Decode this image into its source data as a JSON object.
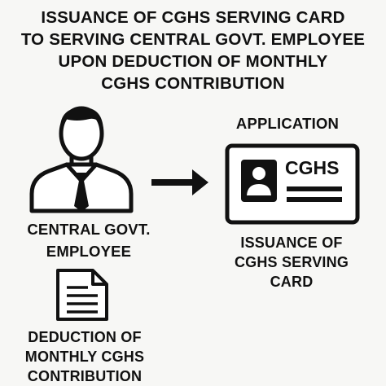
{
  "title_lines": [
    "ISSUANCE OF CGHS SERVING CARD",
    "TO SERVING CENTRAL GOVT. EMPLOYEE",
    "UPON DEDUCTION OF MONTHLY",
    "CGHS CONTRIBUTION"
  ],
  "employee": {
    "icon": "person-tie-icon",
    "label_lines": [
      "CENTRAL GOVT.",
      "EMPLOYEE"
    ]
  },
  "deduction": {
    "icon": "document-icon",
    "label_lines": [
      "DEDUCTION OF",
      "MONTHLY CGHS",
      "CONTRIBUTION"
    ]
  },
  "arrow": {
    "icon": "right-arrow-icon"
  },
  "application": {
    "label": "APPLICATION",
    "card_icon": "id-card-icon",
    "card_text": "CGHS"
  },
  "issuance": {
    "label_lines": [
      "ISSUANCE OF",
      "CGHS SERVING",
      "CARD"
    ]
  }
}
